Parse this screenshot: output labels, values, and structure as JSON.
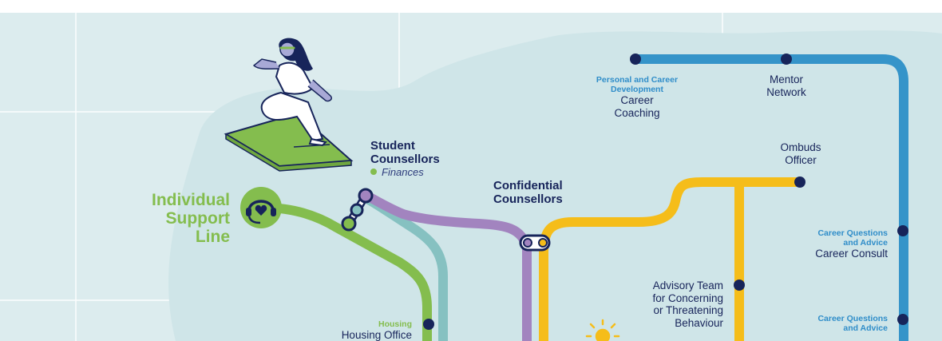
{
  "colors": {
    "background": "#dcecee",
    "blob": "#cfe5e8",
    "green_line": "#84bd4e",
    "teal_line": "#86c1c1",
    "purple_line": "#a284bf",
    "yellow_line": "#f5bd1a",
    "blue_line": "#3594c9",
    "navy": "#17245a"
  },
  "icons": {
    "support_line": "headset-heart-icon",
    "illustration": "woman-on-platform-illustration",
    "sun": "sun-icon"
  },
  "individual_support": {
    "lines": [
      "Individual",
      "Support",
      "Line"
    ]
  },
  "student_counsellors": {
    "title_lines": [
      "Student",
      "Counsellors"
    ],
    "sub": "Finances"
  },
  "confidential_counsellors": {
    "title_lines": [
      "Confidential",
      "Counsellors"
    ]
  },
  "blue_line": {
    "personal_career_category_lines": [
      "Personal and Career",
      "Development"
    ],
    "career_coaching_lines": [
      "Career",
      "Coaching"
    ],
    "mentor_network_lines": [
      "Mentor",
      "Network"
    ],
    "career_consult": {
      "category_lines": [
        "Career Questions",
        "and Advice"
      ],
      "name": "Career Consult"
    },
    "second_career_questions": {
      "category_lines": [
        "Career Questions",
        "and Advice"
      ]
    }
  },
  "yellow_line": {
    "ombuds_lines": [
      "Ombuds",
      "Officer"
    ],
    "advisory_team_lines": [
      "Advisory Team",
      "for Concerning",
      "or Threatening",
      "Behaviour"
    ]
  },
  "green_line": {
    "housing_category": "Housing",
    "housing_office": "Housing Office"
  }
}
